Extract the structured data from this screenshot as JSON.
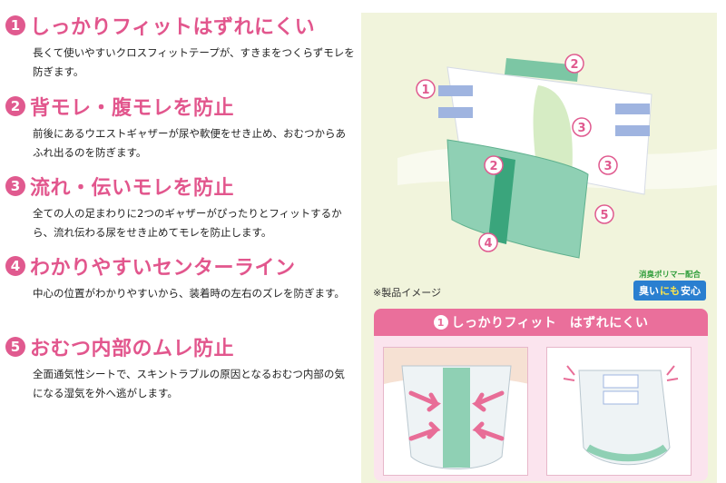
{
  "features": [
    {
      "num": "1",
      "title": "しっかりフィットはずれにくい",
      "desc": "長くて使いやすいクロスフィットテープが、すきまをつくらずモレを防ぎます。"
    },
    {
      "num": "2",
      "title": "背モレ・腹モレを防止",
      "desc": "前後にあるウエストギャザーが尿や軟便をせき止め、おむつからあふれ出るのを防ぎます。"
    },
    {
      "num": "3",
      "title": "流れ・伝いモレを防止",
      "desc": "全ての人の足まわりに2つのギャザーがぴったりとフィットするから、流れ伝わる尿をせき止めてモレを防止します。"
    },
    {
      "num": "4",
      "title": "わかりやすいセンターライン",
      "desc": "中心の位置がわかりやすいから、装着時の左右のズレを防ぎます。"
    },
    {
      "num": "5",
      "title": "おむつ内部のムレ防止",
      "desc": "全面通気性シートで、スキントラブルの原因となるおむつ内部の気になる湿気を外へ逃がします。"
    }
  ],
  "panel": {
    "note": "※製品イメージ",
    "callouts": [
      "1",
      "2",
      "2",
      "3",
      "3",
      "4",
      "5"
    ],
    "deodorant": {
      "top": "消臭ポリマー配合",
      "main_a": "臭い",
      "main_b": "にも",
      "main_c": "安心"
    },
    "subcard": {
      "num": "1",
      "title": "しっかりフィット　はずれにくい"
    },
    "colors": {
      "pink": "#e05a8f",
      "green": "#3aa57c",
      "panel_bg": "#f1f4dc",
      "badge_blue": "#2a7fd0"
    }
  }
}
